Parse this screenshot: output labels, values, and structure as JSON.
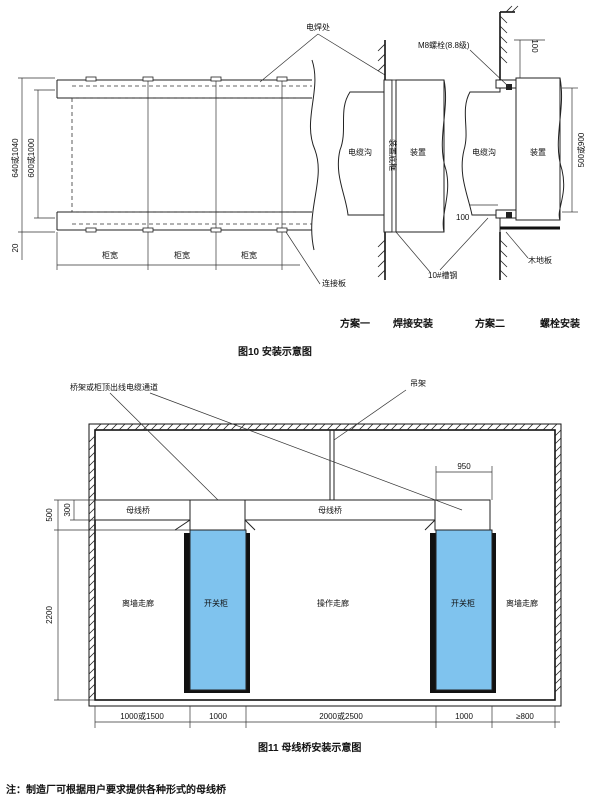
{
  "fig10": {
    "label_weld_point": "电焊处",
    "label_bolt": "M8螺栓(8.8级)",
    "label_cable_trench_1": "电缆沟",
    "label_device_1": "装置",
    "label_device_base": "装置底框",
    "label_cable_trench_2": "电缆沟",
    "label_device_2": "装置",
    "label_channel_steel": "10#槽钢",
    "label_wood_floor": "木地板",
    "label_connector_plate": "连接板",
    "dim_height_outer": "640或1040",
    "dim_height_inner": "600或1000",
    "dim_20": "20",
    "dim_100_top": "100",
    "dim_100_bottom": "100",
    "dim_500_900": "500或900",
    "cabinet_widths": [
      "柜宽",
      "柜宽",
      "柜宽"
    ],
    "scheme_one_label": "方案一",
    "scheme_one_desc": "焊接安装",
    "scheme_two_label": "方案二",
    "scheme_two_desc": "螺栓安装",
    "caption": "图10  安装示意图"
  },
  "fig11": {
    "label_channel": "桥架或柜顶出线电缆通道",
    "label_hanger": "吊架",
    "label_busbar_left": "母线桥",
    "label_busbar_center": "母线桥",
    "label_switchgear_left": "开关柜",
    "label_switchgear_right": "开关柜",
    "label_maint_left": "离墙走廊",
    "label_maint_right": "离墙走廊",
    "label_operation": "操作走廊",
    "dim_950": "950",
    "dim_300": "300",
    "dim_500": "500",
    "dim_2200": "2200",
    "bottom_dims": [
      "1000或1500",
      "1000",
      "2000或2500",
      "1000",
      "≥800"
    ],
    "caption": "图11     母线桥安装示意图"
  },
  "note": "注：制造厂可根据用户要求提供各种形式的母线桥",
  "colors": {
    "cabinet_fill": "#7fc3ee",
    "line": "#222222"
  }
}
